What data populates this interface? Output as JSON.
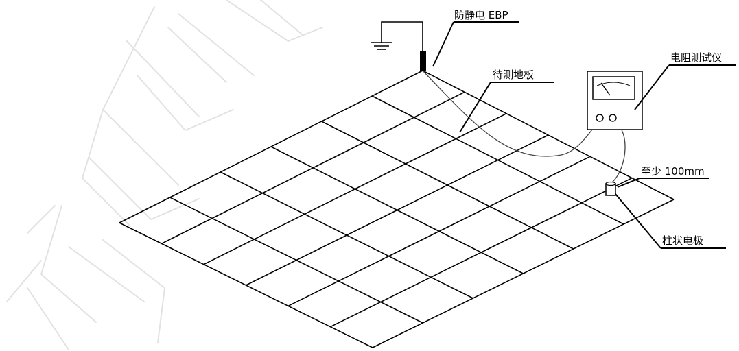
{
  "labels": {
    "ground_electrode": "防静电 EBP",
    "floor_under_test": "待测地板",
    "resistance_meter": "电阻测试仪",
    "min_distance": "至少 100mm",
    "probe_electrode": "柱状电极"
  }
}
